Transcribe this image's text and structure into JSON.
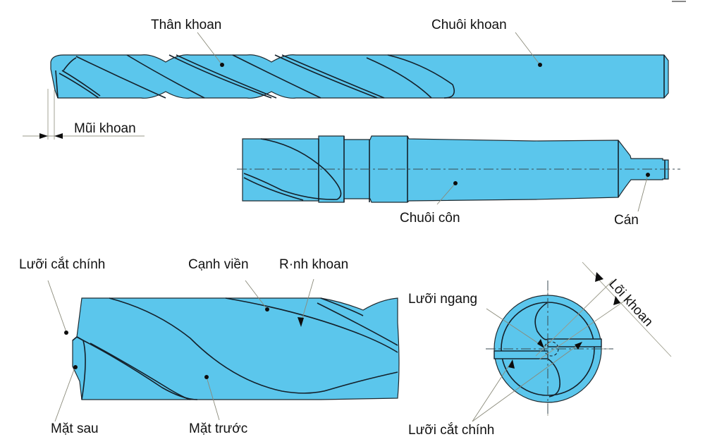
{
  "diagram": {
    "title": "Cấu tạo mũi khoan xoắn",
    "colors": {
      "drill_body": "#5bc6ec",
      "outline": "#1f2a30",
      "label_text": "#111111",
      "leader_line": "#8a8a7a"
    },
    "views": {
      "straight_shank_drill": {
        "labels": {
          "body": "Thân khoan",
          "shank": "Chuôi khoan",
          "tip": "Mũi khoan"
        }
      },
      "taper_shank": {
        "labels": {
          "taper_shank": "Chuôi côn",
          "tang": "Cán"
        }
      },
      "drill_point_detail": {
        "labels": {
          "main_cutting_edge": "Lưỡi cắt chính",
          "margin": "Cạnh viền",
          "flute": "R·nh khoan",
          "flank_face": "Mặt sau",
          "rake_face": "Mặt trước"
        }
      },
      "end_view": {
        "labels": {
          "chisel_edge": "Lưỡi ngang",
          "web": "Lõi khoan",
          "main_cutting_edges": "Lưỡi cắt chính"
        }
      }
    }
  }
}
